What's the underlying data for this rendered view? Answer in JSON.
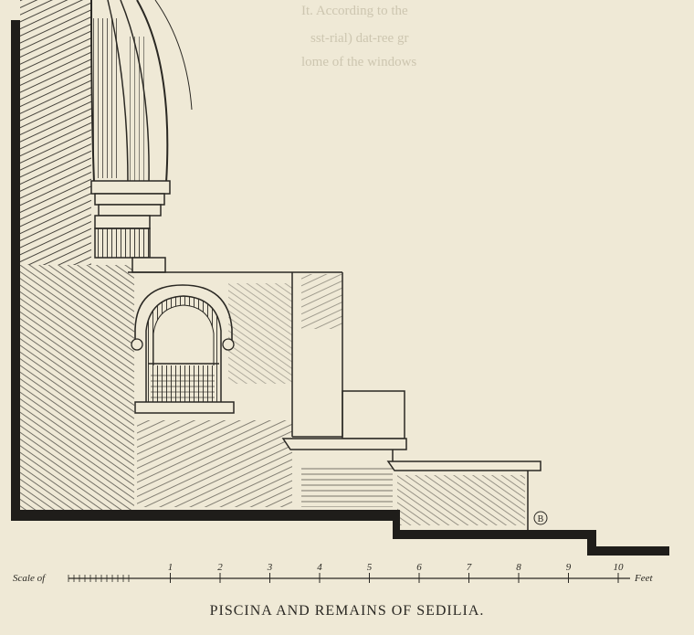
{
  "caption": "PISCINA AND REMAINS OF SEDILIA.",
  "scale": {
    "left_label": "Scale of",
    "right_label": "Feet",
    "tick_labels": [
      "1",
      "2",
      "3",
      "4",
      "5",
      "6",
      "7",
      "8",
      "9",
      "10"
    ]
  },
  "bleed_through": {
    "line1": "It. According to the",
    "line2": "sst-rial) dat-ree gr",
    "line3": "lome of the windows"
  },
  "monogram": "B",
  "colors": {
    "paper": "#efe9d6",
    "ink": "#2a2823"
  }
}
